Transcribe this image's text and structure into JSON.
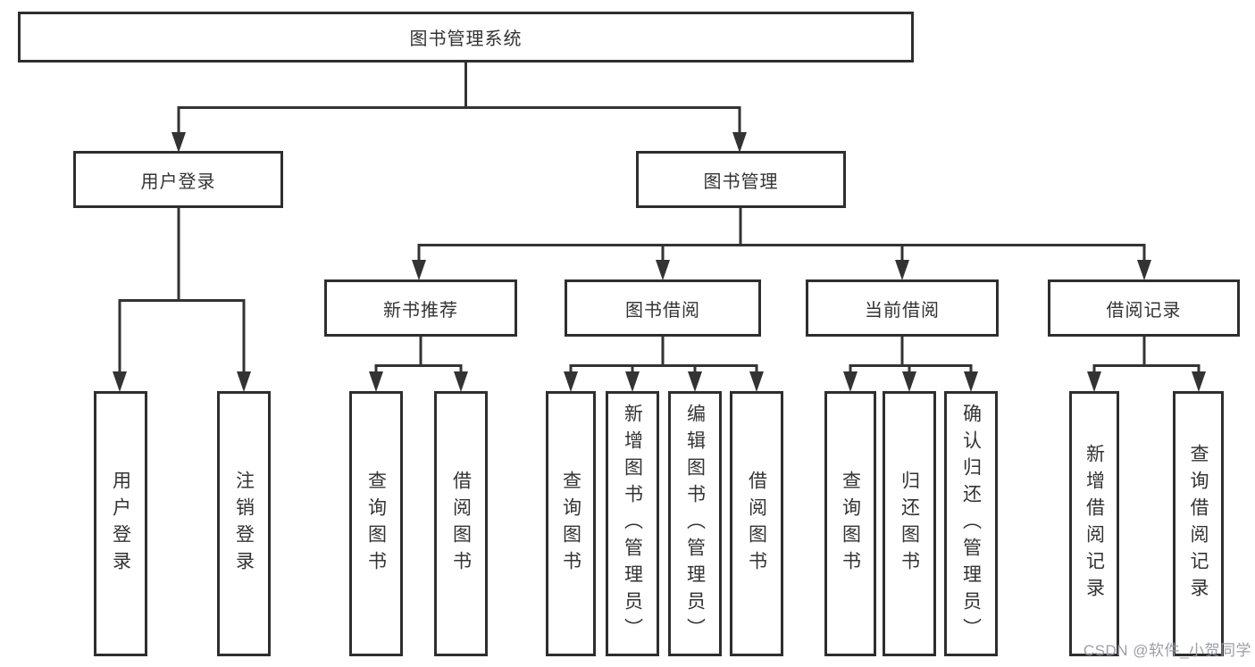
{
  "diagram": {
    "title": "图书管理系统",
    "branches": [
      {
        "label": "用户登录",
        "children": [
          {
            "label": "用户登录"
          },
          {
            "label": "注销登录"
          }
        ]
      },
      {
        "label": "图书管理",
        "children": [
          {
            "label": "新书推荐",
            "children": [
              {
                "label": "查询图书"
              },
              {
                "label": "借阅图书"
              }
            ]
          },
          {
            "label": "图书借阅",
            "children": [
              {
                "label": "查询图书"
              },
              {
                "label": "新增图书（管理员）"
              },
              {
                "label": "编辑图书（管理员）"
              },
              {
                "label": "借阅图书"
              }
            ]
          },
          {
            "label": "当前借阅",
            "children": [
              {
                "label": "查询图书"
              },
              {
                "label": "归还图书"
              },
              {
                "label": "确认归还（管理员）"
              }
            ]
          },
          {
            "label": "借阅记录",
            "children": [
              {
                "label": "新增借阅记录"
              },
              {
                "label": "查询借阅记录"
              }
            ]
          }
        ]
      }
    ]
  },
  "watermark": "CSDN @软件_小贺同学",
  "colors": {
    "line": "#333333",
    "box_border": "#2e2e2e",
    "text": "#333333",
    "watermark": "#9898a6"
  }
}
